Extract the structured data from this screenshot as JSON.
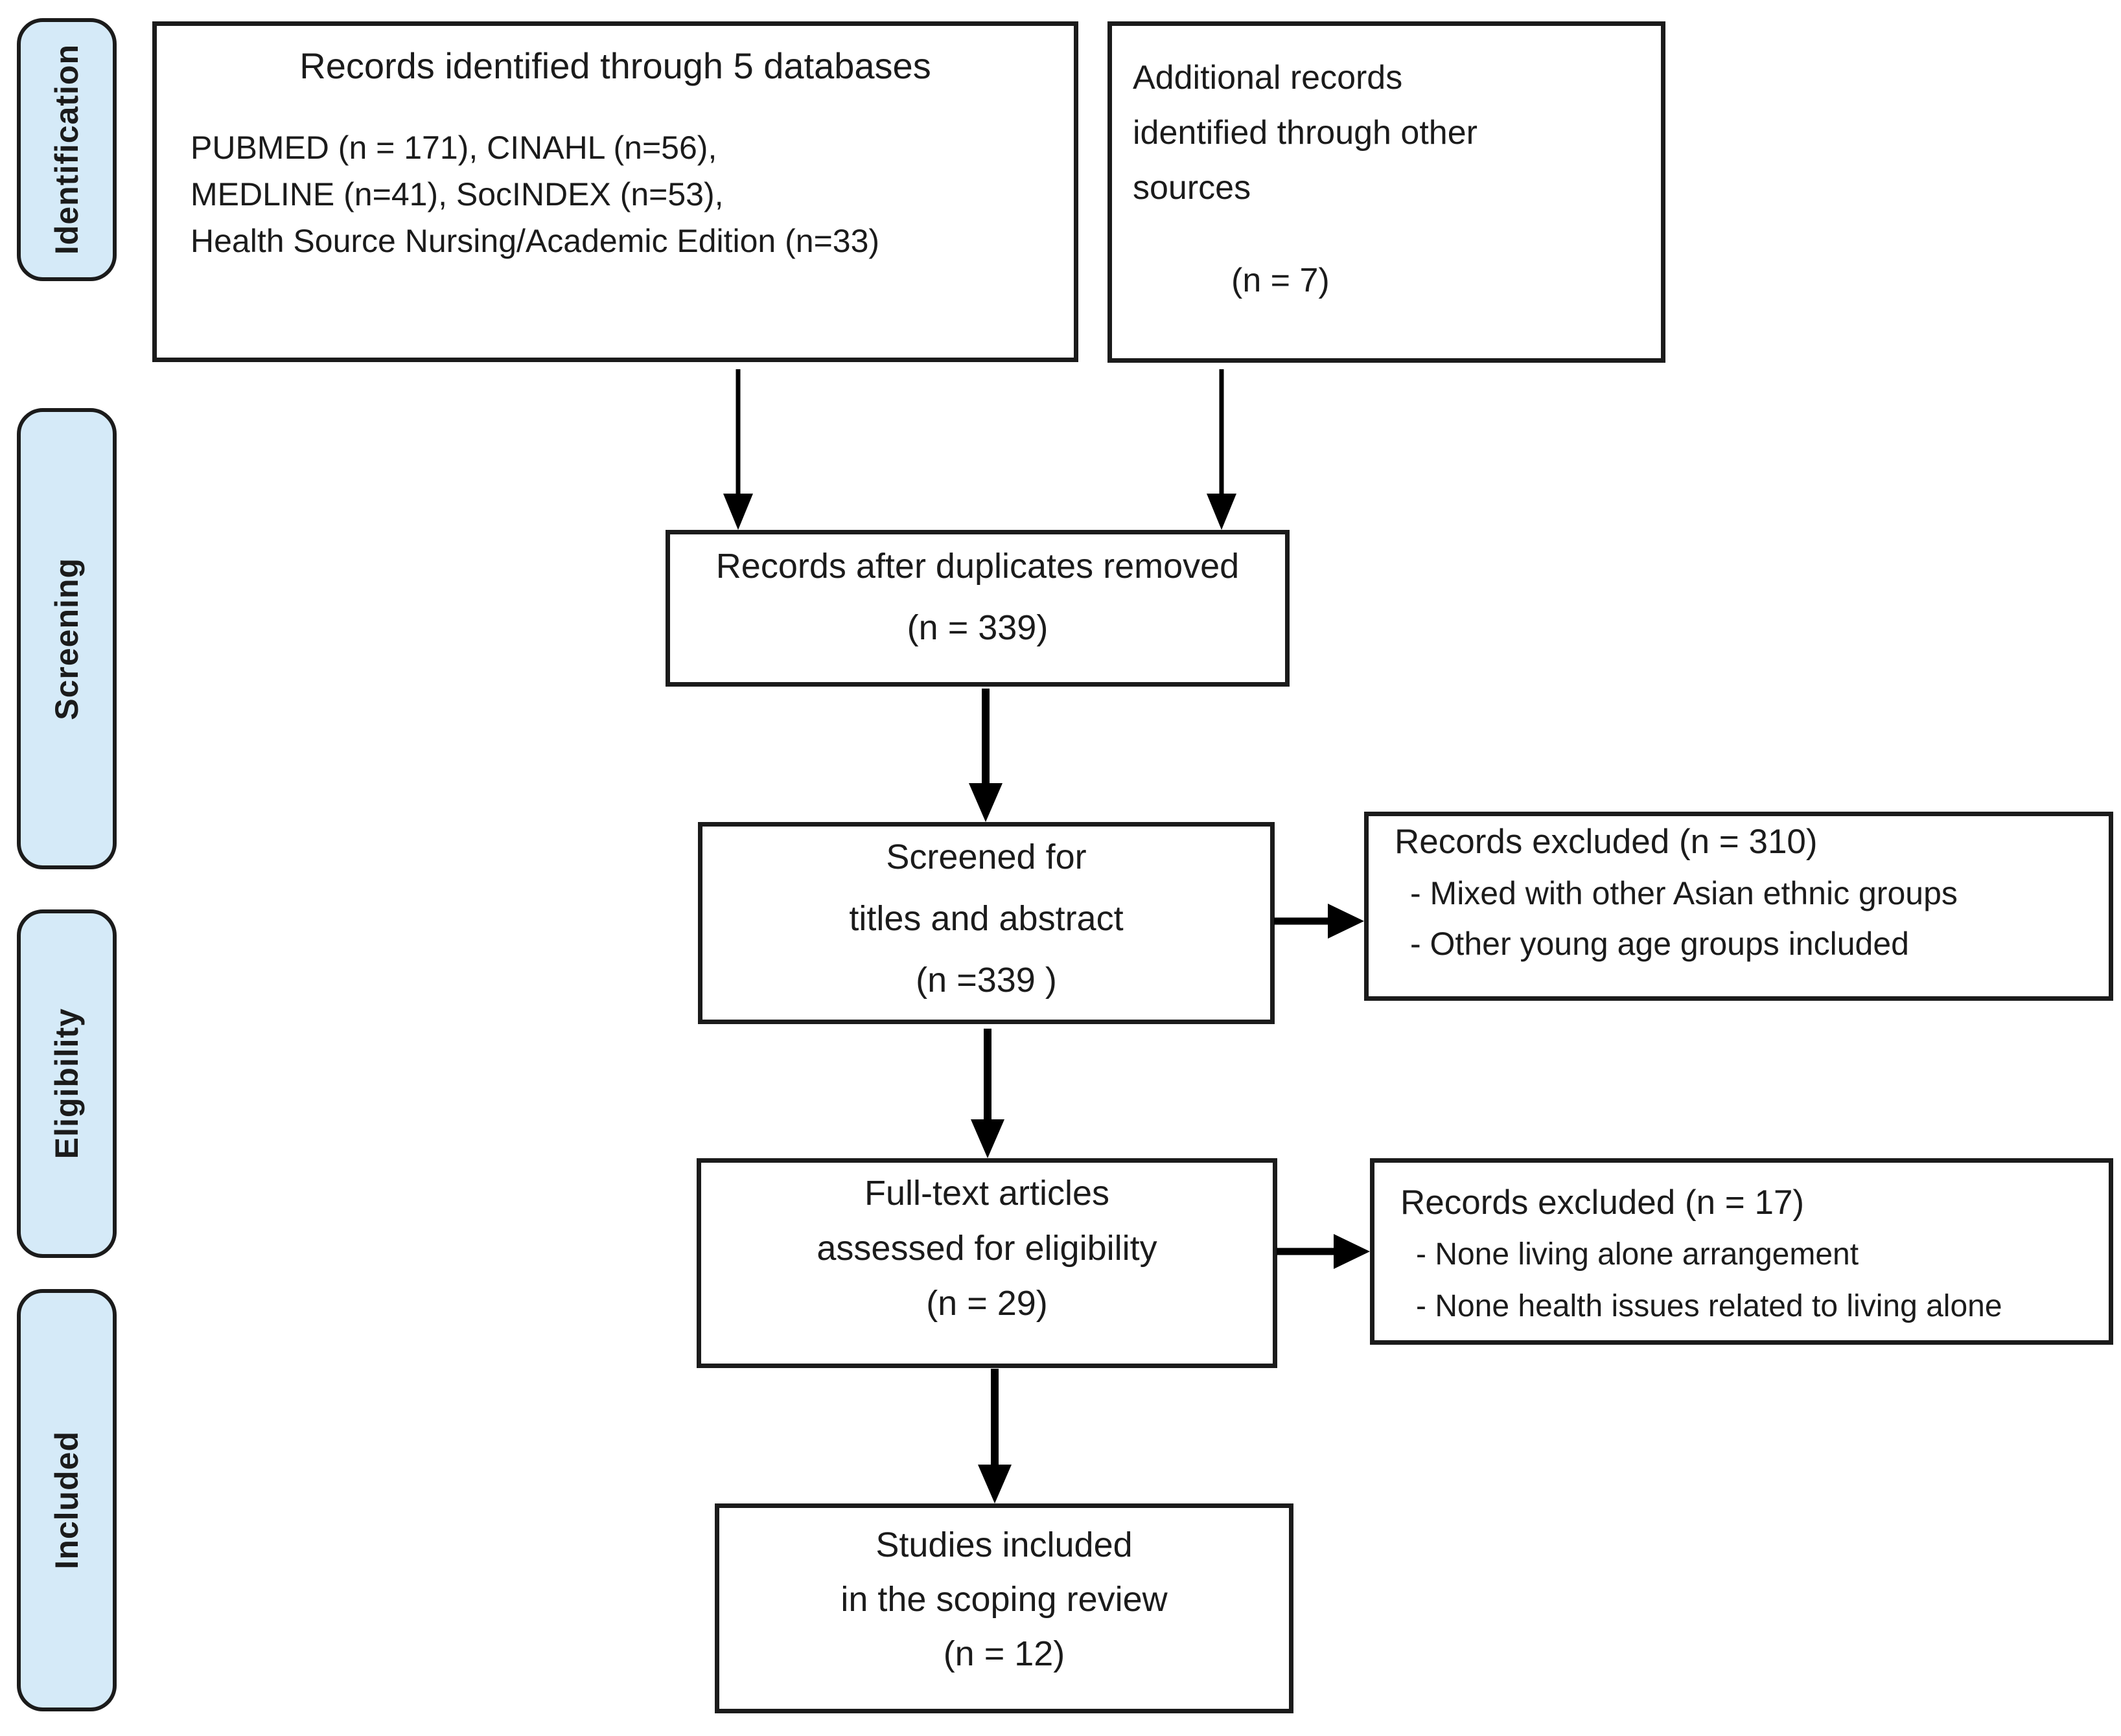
{
  "sidebar": {
    "stages": [
      {
        "label": "Identification"
      },
      {
        "label": "Screening"
      },
      {
        "label": "Eligibility"
      },
      {
        "label": "Included"
      }
    ]
  },
  "flow": {
    "identification": {
      "databases_box": {
        "title": "Records identified through 5 databases",
        "lines": [
          "PUBMED (n = 171), CINAHL (n=56),",
          "MEDLINE (n=41), SocINDEX (n=53),",
          "Health Source Nursing/Academic Edition (n=33)"
        ]
      },
      "additional_box": {
        "lines": [
          "Additional records",
          "identified through other",
          "sources"
        ],
        "count": "(n = 7)"
      }
    },
    "screening": {
      "duplicates_box": {
        "line1": "Records after duplicates removed",
        "count": "(n = 339)"
      },
      "screened_box": {
        "line1": "Screened for",
        "line2": "titles and abstract",
        "count": "(n =339 )"
      },
      "excluded_box": {
        "title": "Records excluded (n = 310)",
        "reasons": [
          "- Mixed with other Asian ethnic groups",
          "- Other young age groups included"
        ]
      }
    },
    "eligibility": {
      "fulltext_box": {
        "line1": "Full-text articles",
        "line2": "assessed for eligibility",
        "count": "(n = 29)"
      },
      "excluded_box": {
        "title": "Records excluded (n = 17)",
        "reasons": [
          "- None living alone arrangement",
          "- None health issues related to living alone"
        ]
      }
    },
    "included": {
      "included_box": {
        "line1": "Studies included",
        "line2": "in the scoping review",
        "count": "(n = 12)"
      }
    }
  },
  "colors": {
    "stage_fill": "#d5eaf8",
    "ink": "#1b1b1b",
    "arrow": "#000000",
    "background": "#ffffff"
  }
}
